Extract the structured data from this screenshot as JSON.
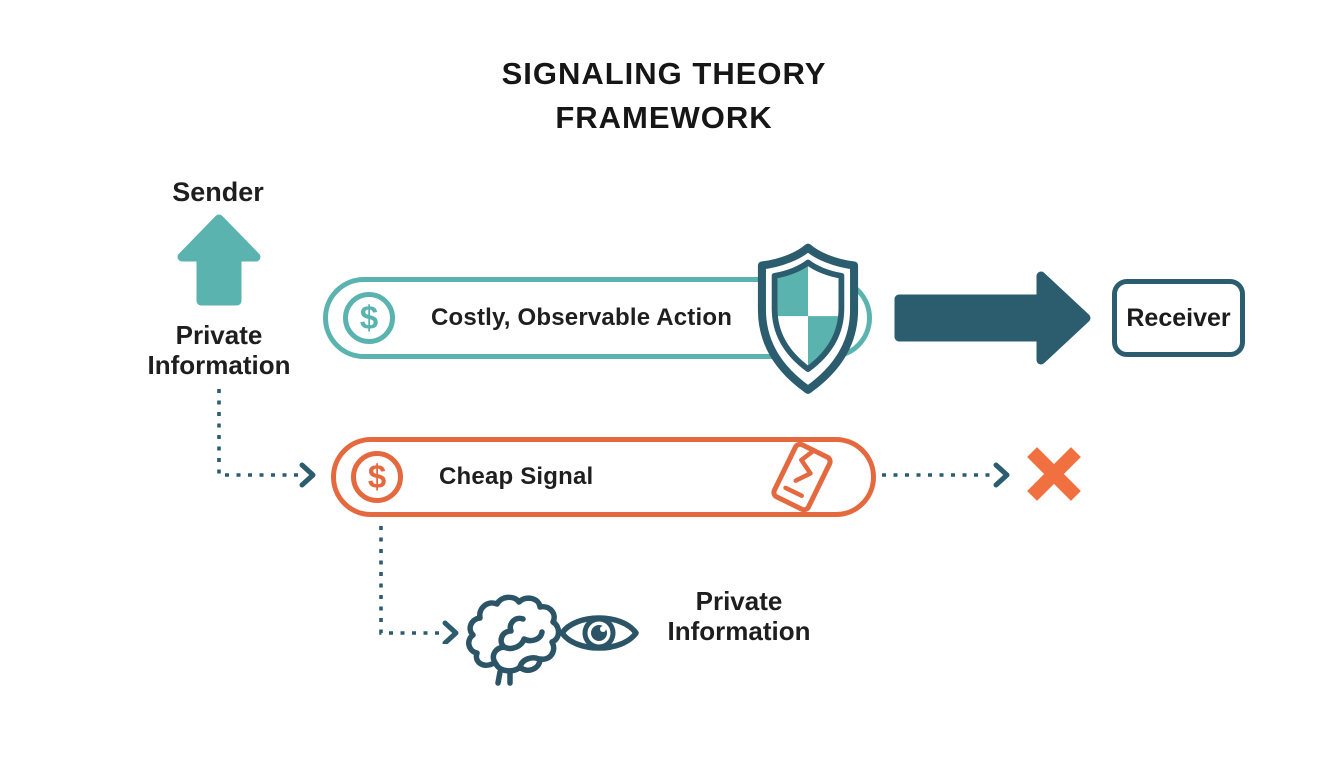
{
  "title": {
    "line1": "SIGNALING THEORY",
    "line2": "FRAMEWORK"
  },
  "sender": {
    "label": "Sender",
    "private_information": "Private Information"
  },
  "signals": {
    "costly": {
      "label": "Costly, Observable Action",
      "symbol": "$"
    },
    "cheap": {
      "label": "Cheap Signal",
      "symbol": "$"
    }
  },
  "receiver": {
    "label": "Receiver"
  },
  "observer": {
    "private_information": "Private Information"
  },
  "icons": {
    "sender_arrow": "up-arrow-icon",
    "costly_badge": "dollar-circle-icon",
    "credibility": "shield-checker-icon",
    "flow": "right-arrow-icon",
    "cheap_badge": "dollar-circle-icon",
    "broken_signal": "broken-card-icon",
    "rejected": "x-mark-icon",
    "cognition": "brain-icon",
    "observation": "eye-icon"
  },
  "colors": {
    "teal": "#5bb3af",
    "dark_teal": "#2b5d6e",
    "orange": "#e5693e",
    "orange_bright": "#f0703f",
    "text": "#1e1e1e"
  }
}
